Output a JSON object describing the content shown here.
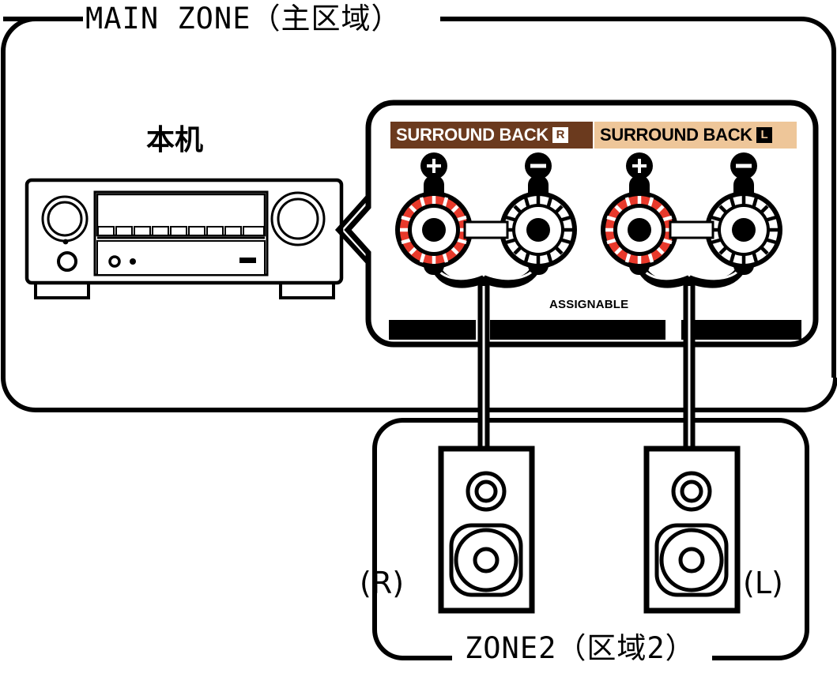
{
  "diagram": {
    "main_zone_title": "MAIN ZONE（主区域）",
    "zone2_title": "ZONE2（区域2）",
    "unit_label": "本机",
    "assignable_label": "ASSIGNABLE",
    "speaker_right_label": "(R)",
    "speaker_left_label": "(L)",
    "terminals": [
      {
        "label": "SURROUND BACK",
        "channel": "R",
        "bg_color": "#6b3a1e",
        "text_color": "#ffffff",
        "channel_box_bg": "#ffffff",
        "channel_box_text": "#6b3a1e",
        "plus_symbol": "+",
        "minus_symbol": "−",
        "plus_post_color": "#e8392b",
        "minus_post_color": "#ffffff"
      },
      {
        "label": "SURROUND BACK",
        "channel": "L",
        "bg_color": "#eec699",
        "text_color": "#000000",
        "channel_box_bg": "#000000",
        "channel_box_text": "#eec699",
        "plus_symbol": "+",
        "minus_symbol": "−",
        "plus_post_color": "#e8392b",
        "minus_post_color": "#ffffff"
      }
    ],
    "colors": {
      "red": "#e8392b",
      "brown": "#6b3a1e",
      "tan": "#eec699",
      "line": "#000000",
      "background": "#ffffff"
    }
  }
}
